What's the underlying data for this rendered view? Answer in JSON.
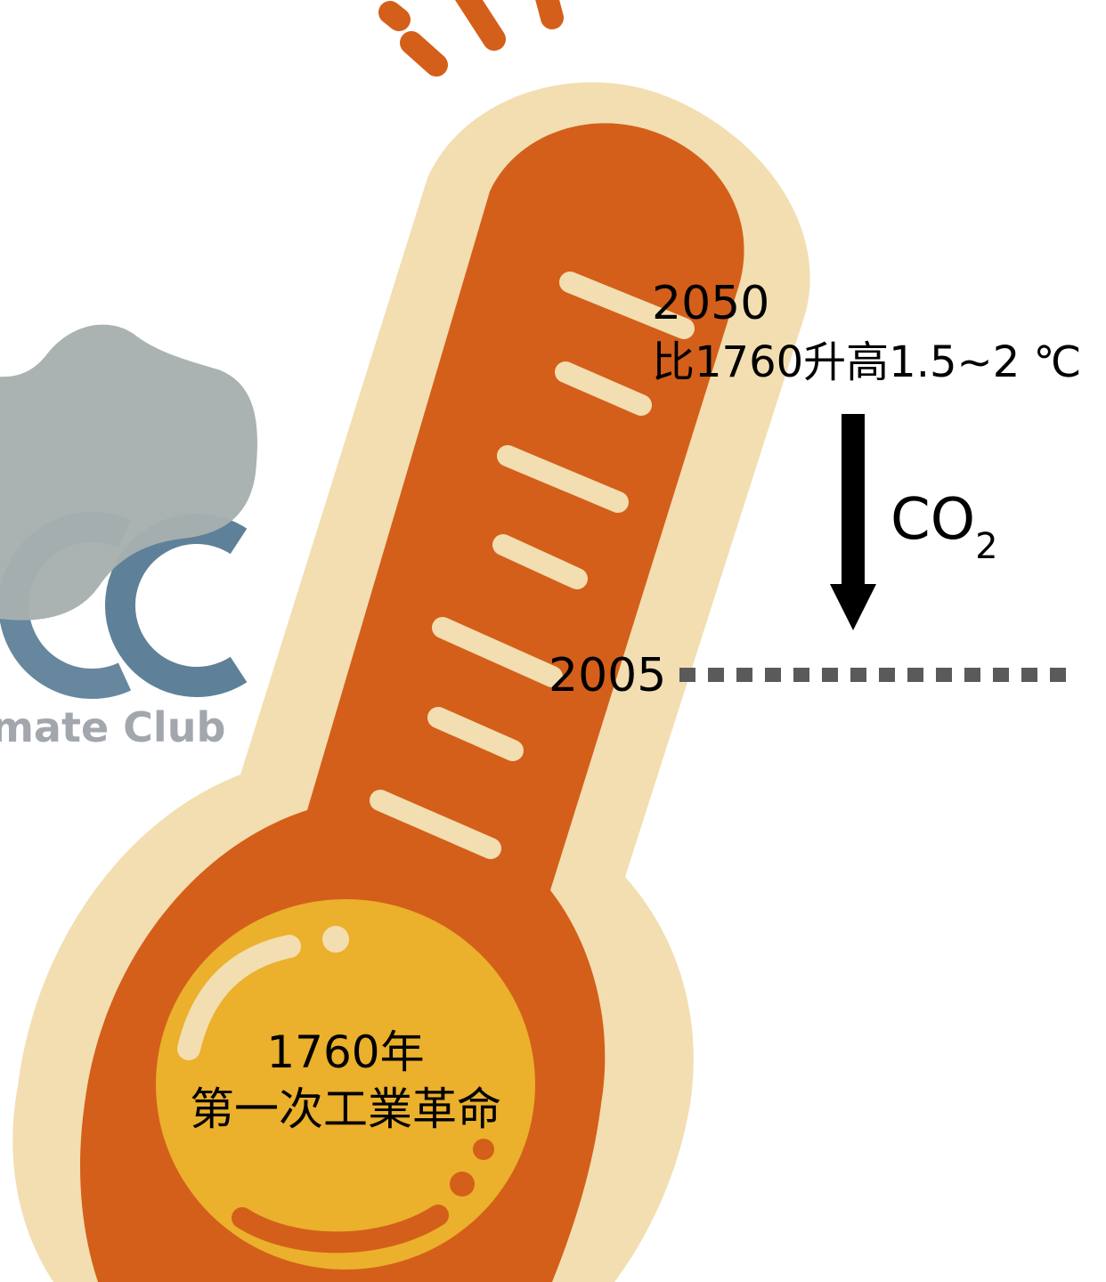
{
  "labels": {
    "year_2050": "2050",
    "desc_2050": "比1760升高1.5~2 ℃",
    "year_2005": "2005",
    "co2_main": "CO",
    "co2_sub": "2",
    "year_1760": "1760年",
    "event_1760": "第一次工業革命"
  },
  "logo": {
    "letters": "CC",
    "tagline": "mate Club"
  },
  "colors": {
    "thermo_outer": "#f2deb0",
    "thermo_body": "#d45f1a",
    "thermo_bulb": "#ebb02c",
    "thermo_tick": "#f2deb0",
    "cloud": "#a7afaf",
    "logo_letters": "#5e8199",
    "dotted_line": "#5a5a5a",
    "arrow": "#000000"
  },
  "icons": [
    "thermometer-icon",
    "cloud-icon",
    "down-arrow-icon"
  ]
}
